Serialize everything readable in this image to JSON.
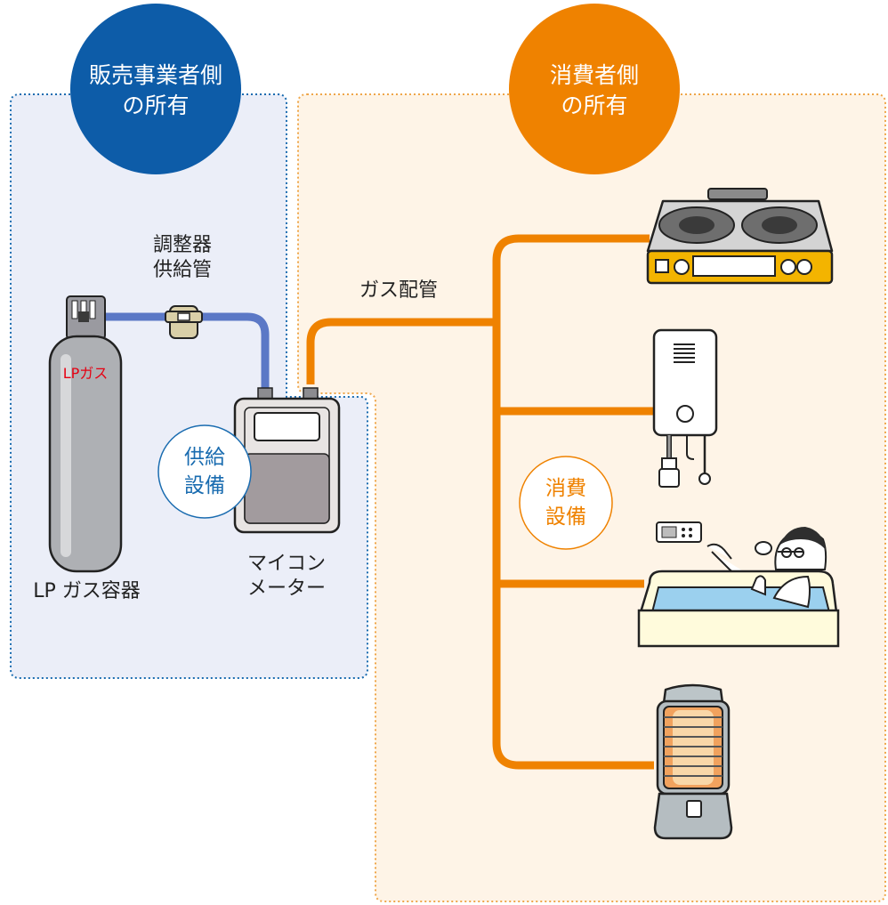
{
  "zones": {
    "supplier": {
      "label_line1": "販売事業者側",
      "label_line2": "の所有",
      "color": "#0d5ca8",
      "bg": "#ebeef8"
    },
    "consumer": {
      "label_line1": "消費者側",
      "label_line2": "の所有",
      "color": "#ef8200",
      "bg": "#fef4e7"
    }
  },
  "labels": {
    "regulator_line1": "調整器",
    "regulator_line2": "供給管",
    "gas_piping": "ガス配管",
    "cylinder_text": "LPガス",
    "cylinder_name": "LP ガス容器",
    "meter_line1": "マイコン",
    "meter_line2": "メーター",
    "supply_eq_line1": "供給",
    "supply_eq_line2": "設備",
    "consume_eq_line1": "消費",
    "consume_eq_line2": "設備"
  },
  "colors": {
    "pipe_orange": "#ef8200",
    "pipe_blue": "#5b78c6",
    "cylinder_red": "#e60012"
  },
  "icons": [
    "gas-stove-icon",
    "water-heater-icon",
    "bathtub-person-icon",
    "gas-heater-icon"
  ]
}
